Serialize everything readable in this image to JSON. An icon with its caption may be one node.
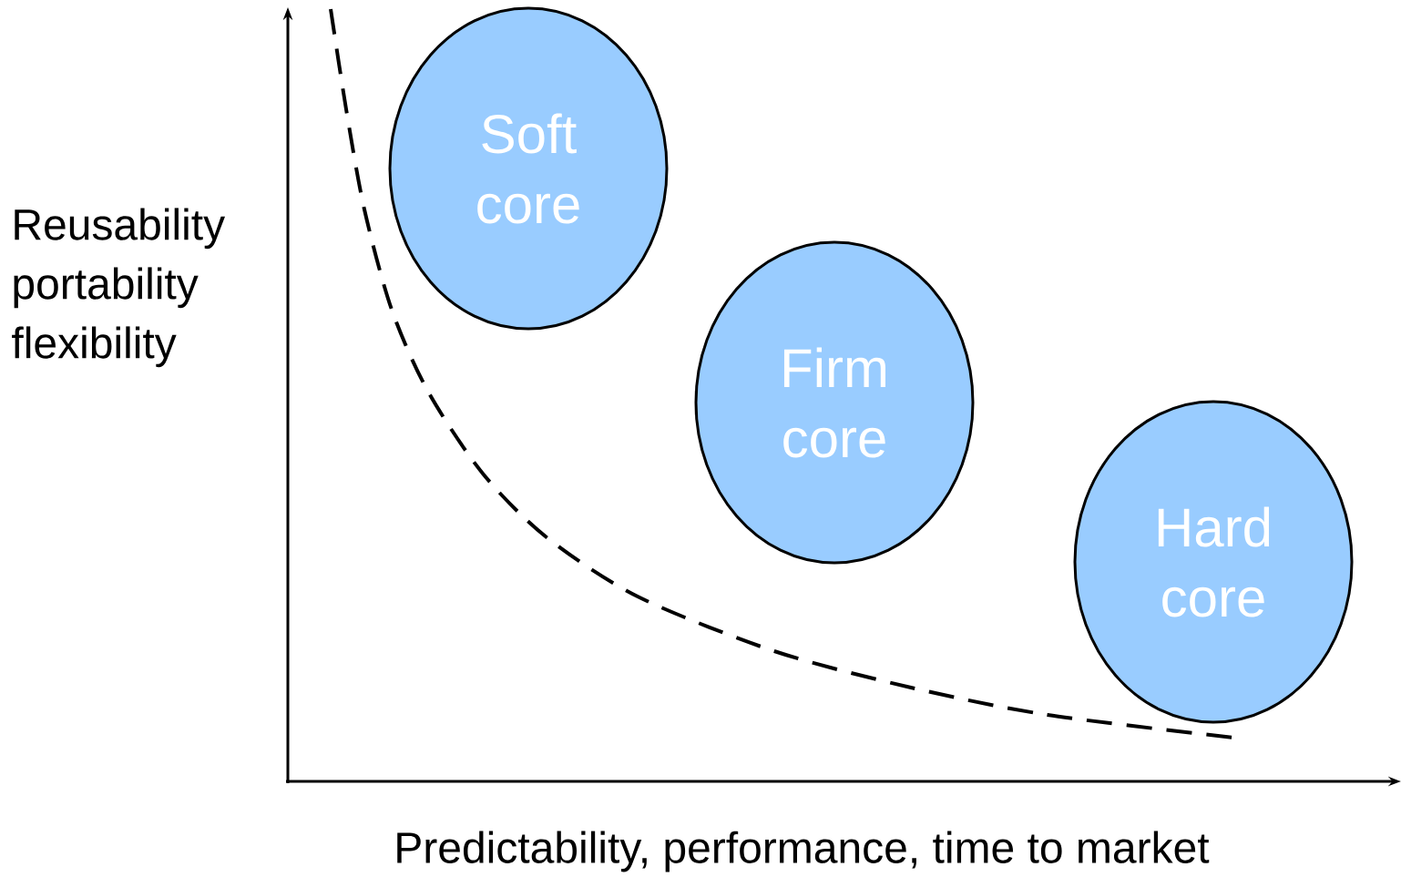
{
  "diagram": {
    "nodes": [
      {
        "text": [
          "Soft core"
        ]
      },
      {
        "text": [
          "Firm core"
        ]
      },
      {
        "text": [
          "Hard core"
        ]
      }
    ],
    "edges": [],
    "labels": [
      "Reusability portability flexibility",
      "Predictability, performance, time to market"
    ]
  }
}
